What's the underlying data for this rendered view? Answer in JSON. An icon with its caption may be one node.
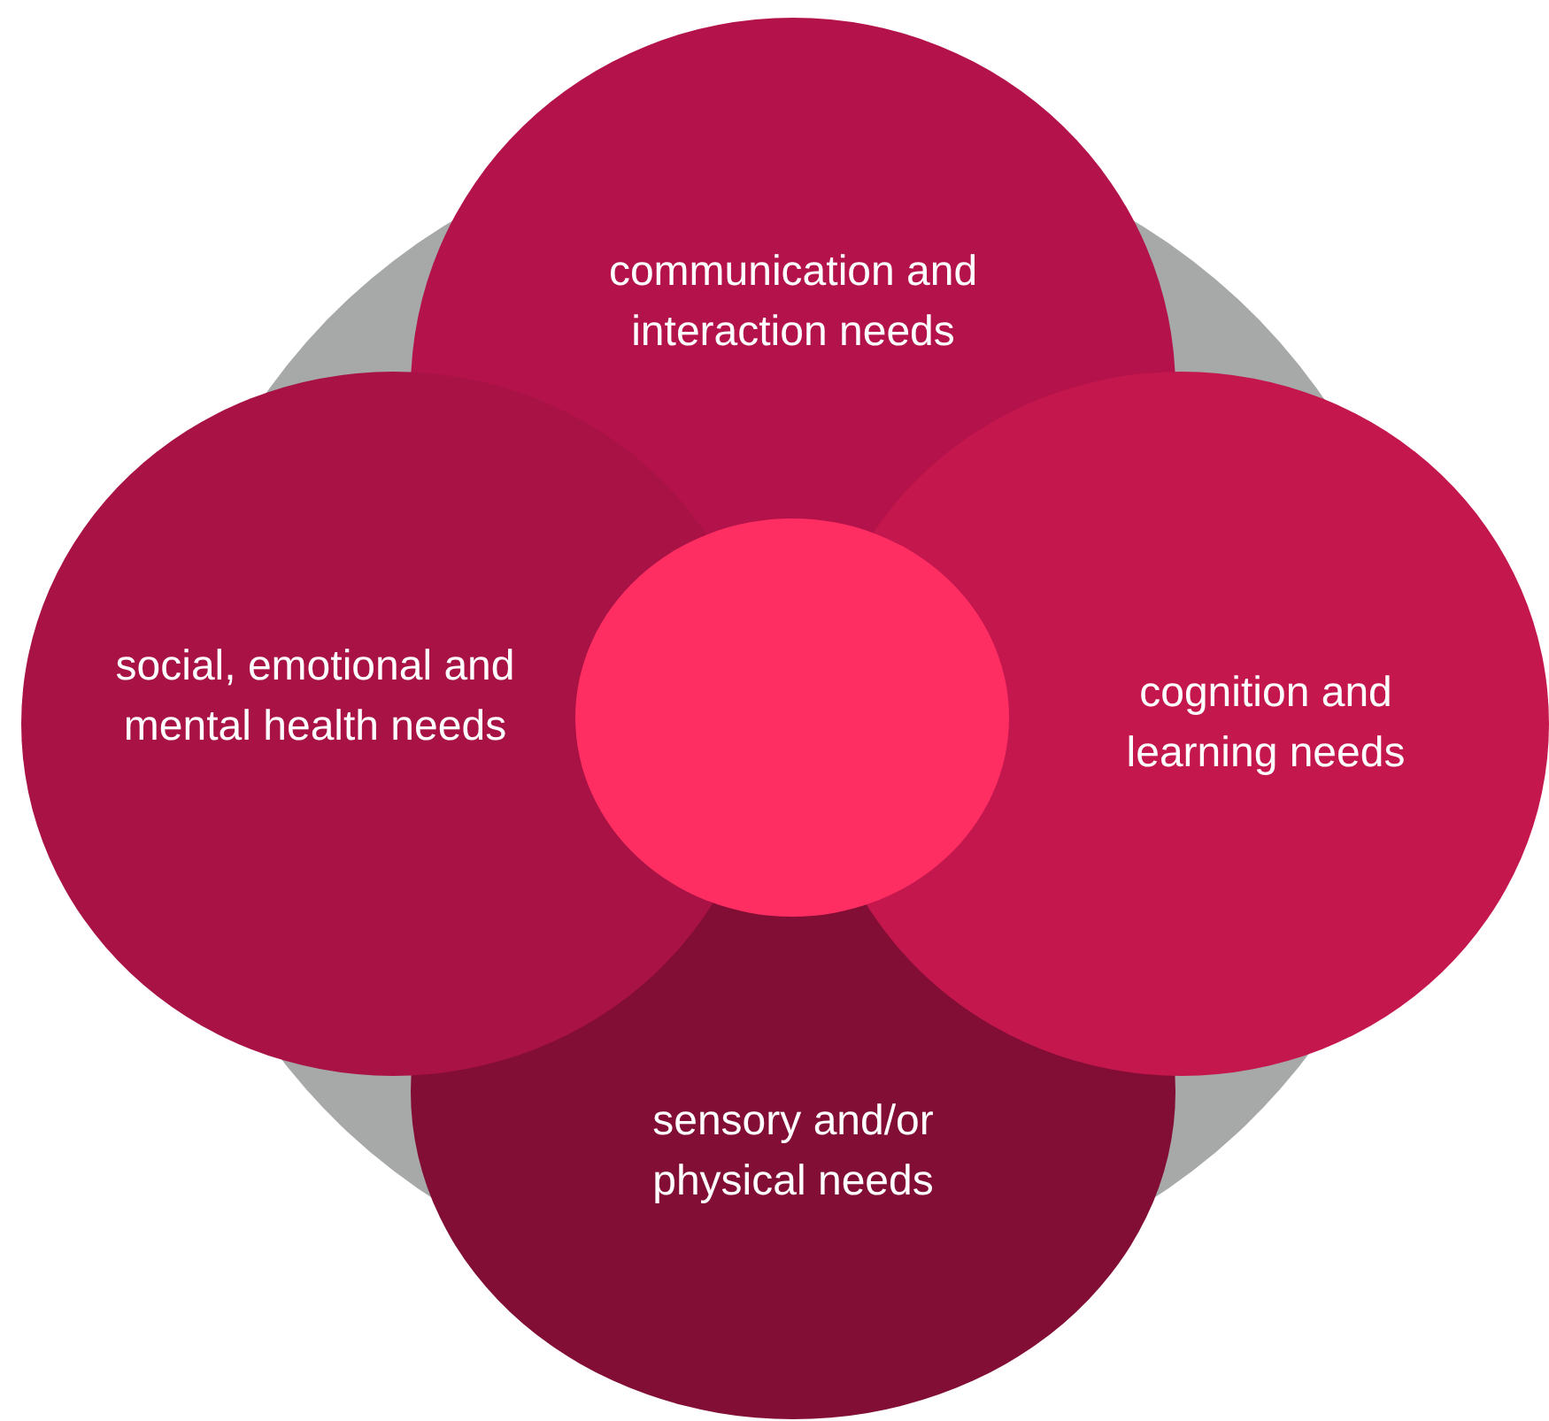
{
  "diagram": {
    "nodes": [
      {
        "text": [],
        "shape": "circle"
      },
      {
        "text": [
          "communication and interaction needs"
        ]
      },
      {
        "text": [
          "social, emotional and mental health needs"
        ]
      },
      {
        "text": [
          "cognition and learning needs"
        ]
      },
      {
        "text": [
          "sensory and/or physical needs"
        ]
      },
      {
        "text": [],
        "shape": "circle",
        "in": 0
      }
    ]
  }
}
